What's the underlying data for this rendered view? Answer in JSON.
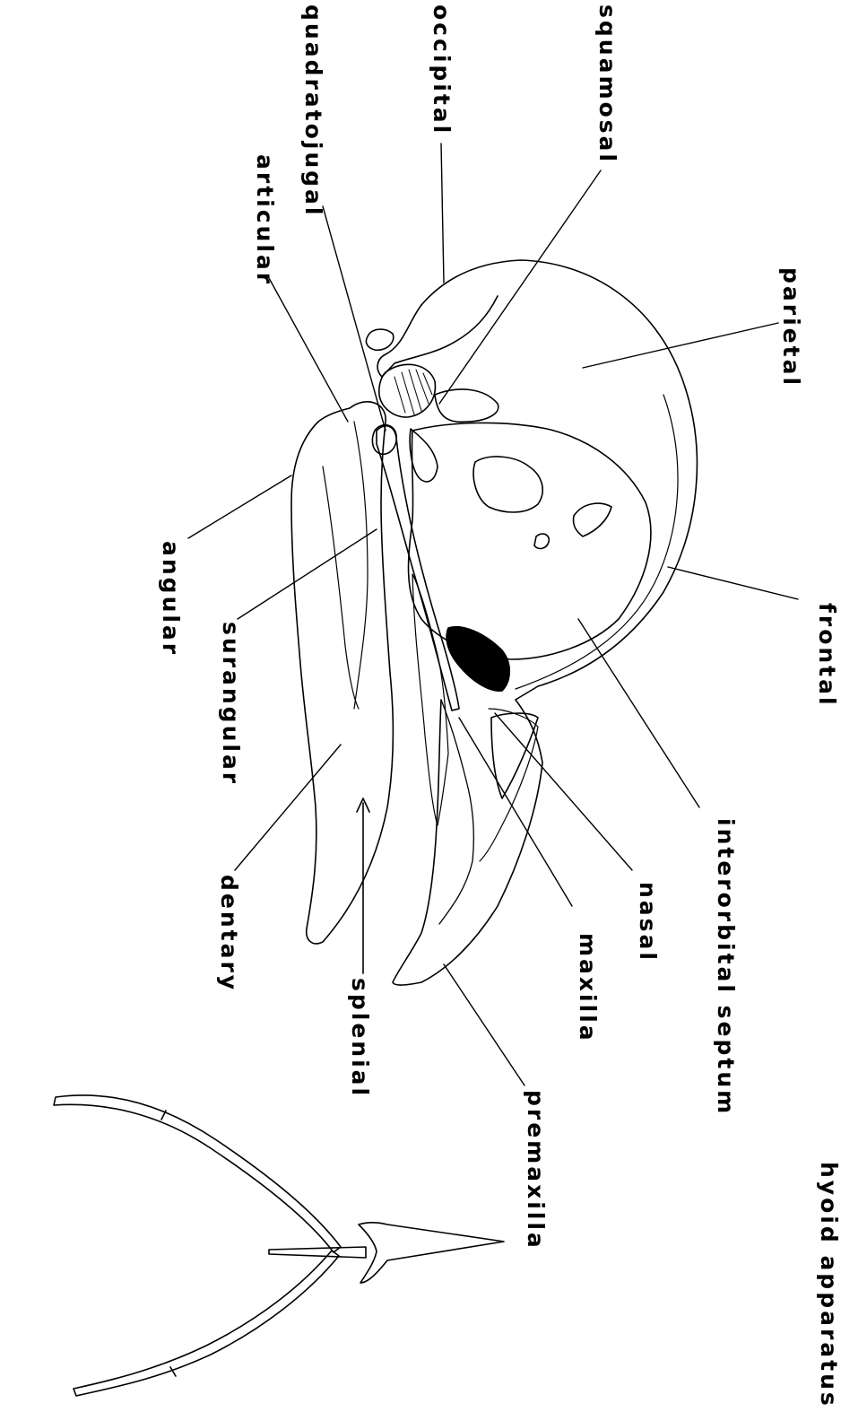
{
  "colors": {
    "ink": "#000000",
    "background": "#ffffff"
  },
  "labels": {
    "quadratojugal": "quadratojugal",
    "occipital": "occipital",
    "squamosal": "squamosal",
    "articular": "articular",
    "parietal": "parietal",
    "angular": "angular",
    "surangular": "surangular",
    "frontal": "frontal",
    "interorbital_septum": "interorbital septum",
    "nasal": "nasal",
    "maxilla": "maxilla",
    "dentary": "dentary",
    "splenial": "splenial",
    "premaxilla": "premaxilla",
    "hyoid_apparatus": "hyoid apparatus"
  }
}
